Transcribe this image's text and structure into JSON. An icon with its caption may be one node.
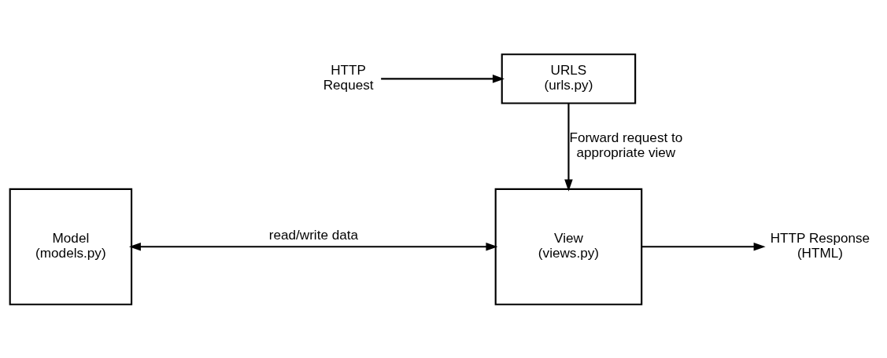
{
  "diagram": {
    "nodes": [
      {
        "text": [
          "HTTP Request"
        ]
      },
      {
        "text": [
          "URLS (urls.py)"
        ]
      },
      {
        "text": [
          "Model (models.py)"
        ]
      },
      {
        "text": [
          "View (views.py)"
        ]
      },
      {
        "text": [
          "HTTP Response (HTML)"
        ]
      }
    ],
    "edges": [
      {
        "from": 0,
        "to": 1,
        "arrow": "to"
      },
      {
        "from": 1,
        "to": 3,
        "arrow": "to",
        "label": "Forward request to appropriate view"
      },
      {
        "from": 2,
        "to": 3,
        "arrow": "both",
        "label": "read/write data"
      },
      {
        "from": 3,
        "to": 4,
        "arrow": "to"
      }
    ]
  }
}
